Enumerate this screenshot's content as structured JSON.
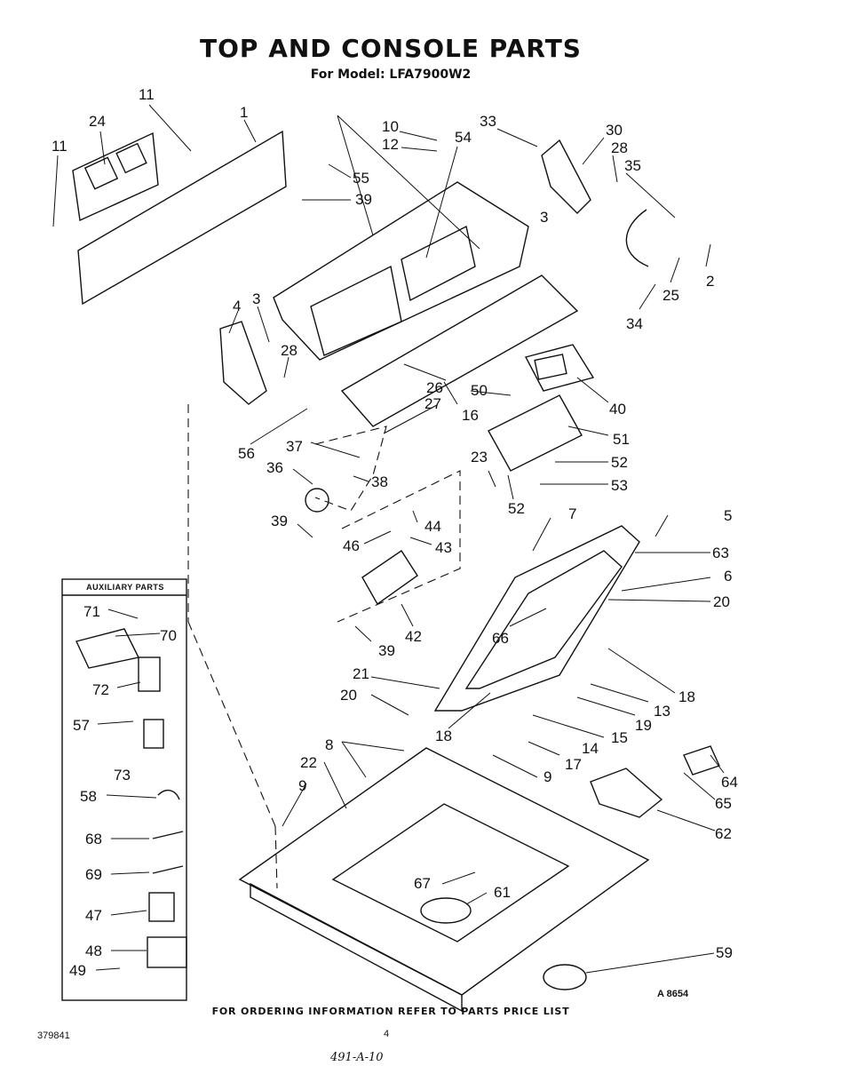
{
  "header": {
    "title": "TOP AND CONSOLE PARTS",
    "subtitle": "For Model: LFA7900W2"
  },
  "aux_box": {
    "title": "AUXILIARY PARTS"
  },
  "callouts": {
    "c1": "1",
    "c2": "2",
    "c3a": "3",
    "c3b": "3",
    "c4": "4",
    "c5": "5",
    "c6": "6",
    "c7": "7",
    "c8": "8",
    "c9a": "9",
    "c9b": "9",
    "c10": "10",
    "c11a": "11",
    "c11b": "11",
    "c12": "12",
    "c13": "13",
    "c14": "14",
    "c15": "15",
    "c16": "16",
    "c17": "17",
    "c18a": "18",
    "c18b": "18",
    "c19": "19",
    "c20a": "20",
    "c20b": "20",
    "c21": "21",
    "c22": "22",
    "c23": "23",
    "c24": "24",
    "c25": "25",
    "c26": "26",
    "c27": "27",
    "c28a": "28",
    "c28b": "28",
    "c30": "30",
    "c33": "33",
    "c34": "34",
    "c35": "35",
    "c36": "36",
    "c37": "37",
    "c38": "38",
    "c39a": "39",
    "c39b": "39",
    "c39c": "39",
    "c40": "40",
    "c42": "42",
    "c43": "43",
    "c44": "44",
    "c46": "46",
    "c47": "47",
    "c48": "48",
    "c49": "49",
    "c50": "50",
    "c51": "51",
    "c52a": "52",
    "c52b": "52",
    "c53": "53",
    "c54": "54",
    "c55": "55",
    "c56": "56",
    "c57": "57",
    "c58": "58",
    "c59": "59",
    "c61": "61",
    "c62": "62",
    "c63": "63",
    "c64": "64",
    "c65": "65",
    "c66": "66",
    "c67": "67",
    "c68": "68",
    "c69": "69",
    "c70": "70",
    "c71": "71",
    "c72": "72",
    "c73": "73"
  },
  "footer": {
    "ordering_note": "FOR ORDERING INFORMATION REFER TO PARTS PRICE LIST",
    "doc_number": "379841",
    "page_number": "4",
    "figure_code": "A 8654",
    "handwritten_note": "491-A-10"
  }
}
